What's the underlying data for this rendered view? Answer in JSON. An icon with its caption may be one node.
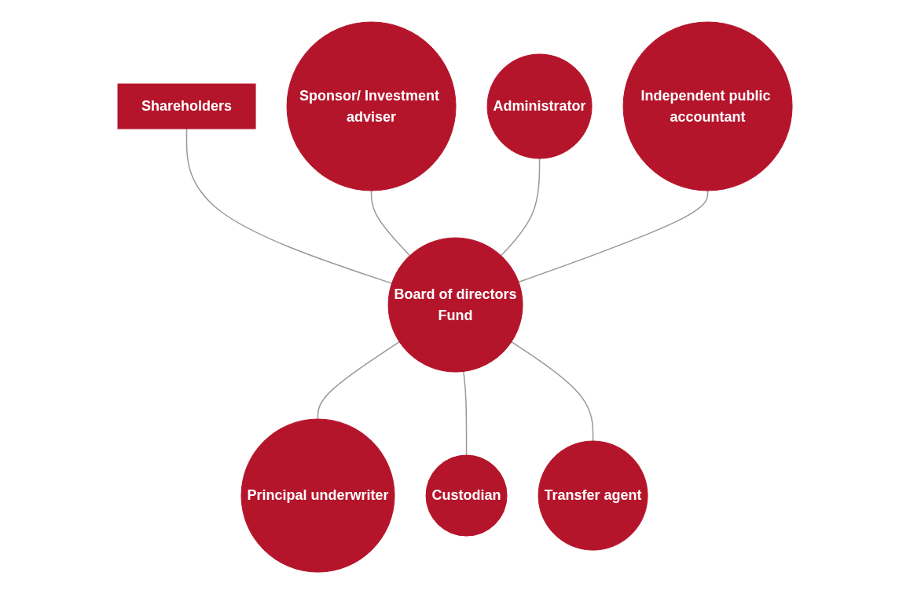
{
  "diagram": {
    "nodes": [
      {
        "text": [
          "Shareholders"
        ]
      },
      {
        "text": [
          "Sponsor/ Investment adviser"
        ]
      },
      {
        "text": [
          "Administrator"
        ]
      },
      {
        "text": [
          "Independent public accountant"
        ]
      },
      {
        "text": [
          "Board of directors",
          "Fund"
        ]
      },
      {
        "text": [
          "Principal underwriter"
        ]
      },
      {
        "text": [
          "Custodian"
        ]
      },
      {
        "text": [
          "Transfer agent"
        ]
      }
    ],
    "edges": [
      {
        "from": 0,
        "to": 4,
        "arrow": "none"
      },
      {
        "from": 1,
        "to": 4,
        "arrow": "none"
      },
      {
        "from": 2,
        "to": 4,
        "arrow": "none"
      },
      {
        "from": 3,
        "to": 4,
        "arrow": "none"
      },
      {
        "from": 4,
        "to": 5,
        "arrow": "none"
      },
      {
        "from": 4,
        "to": 6,
        "arrow": "none"
      },
      {
        "from": 4,
        "to": 7,
        "arrow": "none"
      }
    ]
  }
}
